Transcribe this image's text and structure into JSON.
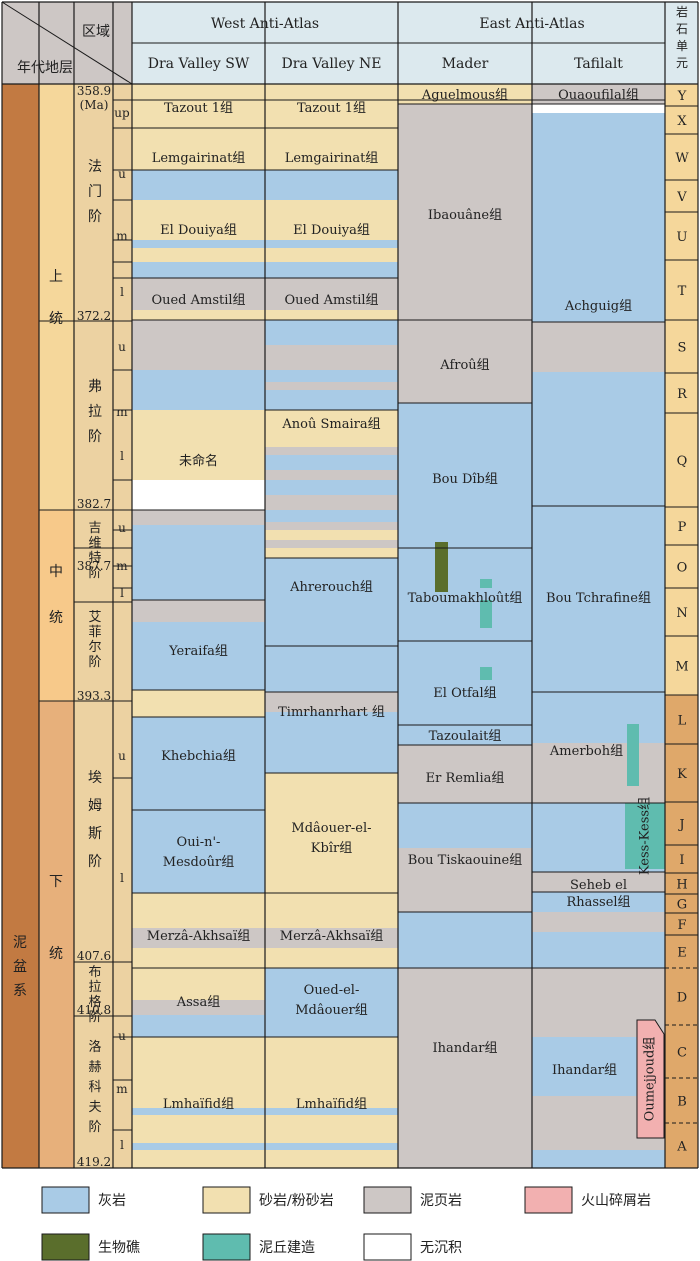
{
  "colors": {
    "limestone": "#a9cbe6",
    "sandstone": "#f2e0b0",
    "shale": "#cdc7c5",
    "volcanic": "#f2b0b0",
    "reef": "#5a6e2c",
    "mound": "#5fbcaf",
    "none": "#ffffff",
    "header": "#dce9ee",
    "system": "#c27a42",
    "series": "#f5d79b",
    "stage": "#ecd2a2",
    "units_top": "#f5d79b",
    "units_bottom": "#dfa86a",
    "line": "#1a1a1a"
  },
  "header": {
    "region_label": "区域",
    "strata_label": "年代地层",
    "rock_unit_label": "岩石单元",
    "west": "West Anti-Atlas",
    "east": "East Anti-Atlas",
    "columns": [
      "Dra Valley SW",
      "Dra Valley NE",
      "Mader",
      "Tafilalt"
    ]
  },
  "chronostrat": {
    "system": "泥盆系",
    "series": [
      "上统",
      "中统",
      "下统"
    ],
    "stages": [
      "法门阶",
      "弗拉阶",
      "吉维特阶",
      "艾菲尔阶",
      "埃姆斯阶",
      "布拉格阶",
      "洛赫科夫阶"
    ],
    "ages": [
      "358.9 (Ma)",
      "372.2",
      "382.7",
      "387.7",
      "393.3",
      "407.6",
      "410.8",
      "419.2"
    ],
    "substages": [
      "up",
      "u",
      "m",
      "l",
      "u",
      "m",
      "l",
      "u",
      "m",
      "l",
      "u",
      "l",
      "u",
      "m",
      "l"
    ]
  },
  "rock_units": [
    "Y",
    "X",
    "W",
    "V",
    "U",
    "T",
    "S",
    "R",
    "Q",
    "P",
    "O",
    "N",
    "M",
    "L",
    "K",
    "J",
    "I",
    "H",
    "G",
    "F",
    "E",
    "D",
    "C",
    "B",
    "A"
  ],
  "formations": {
    "dra_sw": [
      "Tazout 1组",
      "Lemgairinat组",
      "El Douiya组",
      "Oued Amstil组",
      "未命名",
      "Yeraifa组",
      "Khebchia组",
      "Oui-n'-",
      "Mesdoûr组",
      "Merzâ-Akhsaï组",
      "Assa组",
      "Lmhaïfid组"
    ],
    "dra_ne": [
      "Tazout 1组",
      "Lemgairinat组",
      "El Douiya组",
      "Oued Amstil组",
      "Anoû Smaira组",
      "Ahrerouch组",
      "Timrhanrhart 组",
      "Mdâouer-el-",
      "Kbîr组",
      "Merzâ-Akhsaï组",
      "Oued-el-",
      "Mdâouer组",
      "Lmhaïfid组"
    ],
    "mader": [
      "Aguelmous组",
      "Ibaouâne组",
      "Afroû组",
      "Bou Dîb组",
      "Taboumakhloût组",
      "El Otfal组",
      "Tazoulait组",
      "Er Remlia组",
      "Bou Tiskaouine组",
      "Ihandar组"
    ],
    "tafilalt": [
      "Ouaoufilal组",
      "Achguig组",
      "Bou Tchrafine组",
      "Amerboh组",
      "Kess-Kess组",
      "Seheb el",
      "Rhassel组",
      "Ihandar组",
      "Oumejjoud组"
    ]
  },
  "legend": [
    "灰岩",
    "砂岩/粉砂岩",
    "泥页岩",
    "火山碎屑岩",
    "生物礁",
    "泥丘建造",
    "无沉积"
  ]
}
